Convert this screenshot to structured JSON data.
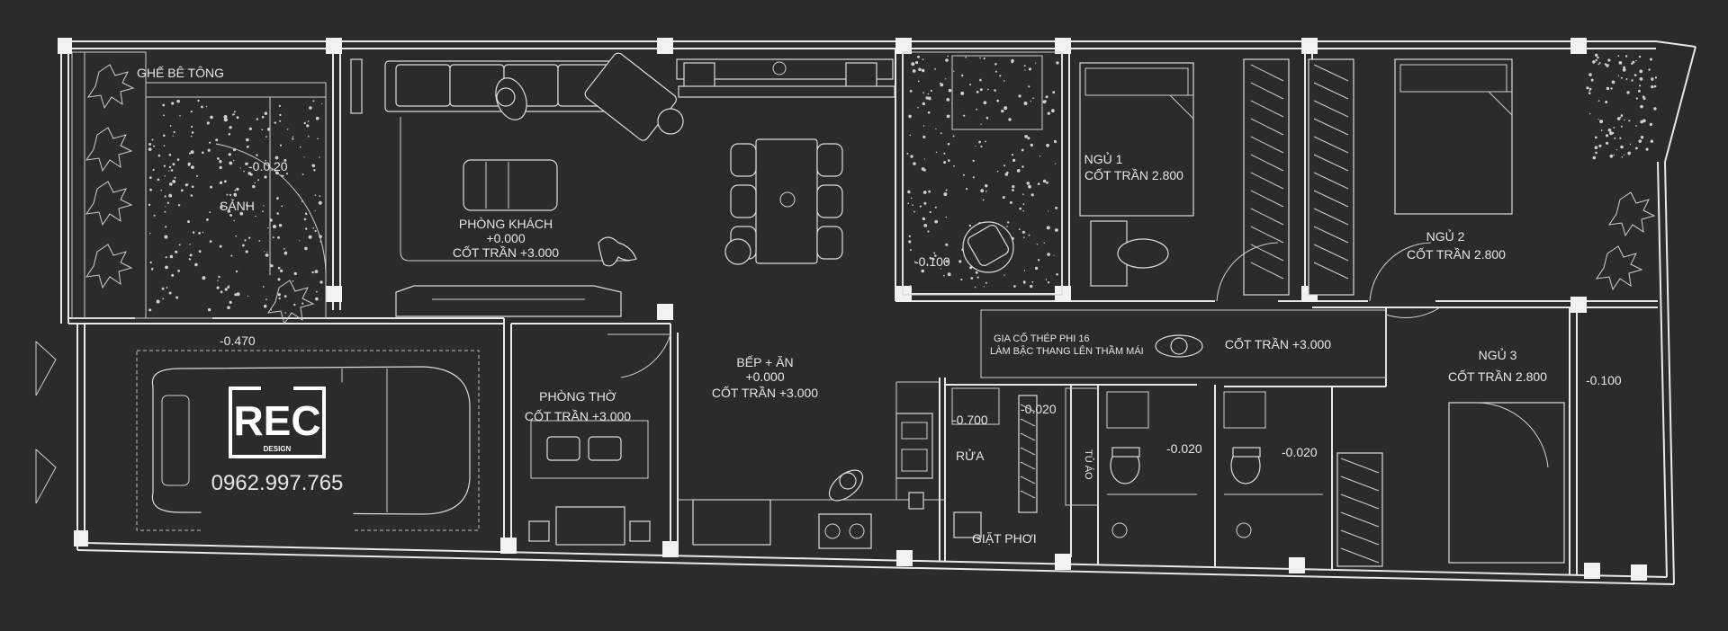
{
  "rooms": {
    "ghe_be_tong": "GHẾ BÊ TÔNG",
    "sanh": "SẢNH",
    "sanh_level": "-0.0.20",
    "phong_khach": "PHÒNG KHÁCH",
    "phong_khach_level": "+0.000",
    "phong_khach_ceiling": "CỐT TRẦN +3.000",
    "garage_level": "-0.470",
    "phong_tho": "PHÒNG THỜ",
    "phong_tho_ceiling": "CỐT TRẦN +3.000",
    "bep_an": "BẾP + ĂN",
    "bep_an_level": "+0.000",
    "bep_an_ceiling": "CỐT TRẦN +3.000",
    "courtyard_level": "-0.100",
    "ngu1": "NGỦ 1",
    "ngu1_ceiling": "CỐT TRẦN 2.800",
    "ngu2": "NGỦ 2",
    "ngu2_ceiling": "CỐT TRẦN 2.800",
    "ngu3": "NGỦ 3",
    "ngu3_ceiling": "CỐT TRẦN 2.800",
    "hall_ceiling": "CỐT TRẦN +3.000",
    "stair_note_1": "GIA CỐ THÉP PHI 16",
    "stair_note_2": "LÀM BẬC THANG LÊN THẦM MÁI",
    "rua_level": "-0.700",
    "rua": "RỬA",
    "tu_level": "-0.020",
    "tu_ao": "TỦ ÁO",
    "giat_phoi": "GIẶT PHƠI",
    "wc1_level": "-0.020",
    "wc2_level": "-0.020",
    "east_level": "-0.100"
  },
  "logo": {
    "brand": "REC",
    "sub": "DESIGN",
    "phone": "0962.997.765"
  },
  "colors": {
    "background": "#2b2b2b",
    "lines": "#e8e8e8"
  }
}
